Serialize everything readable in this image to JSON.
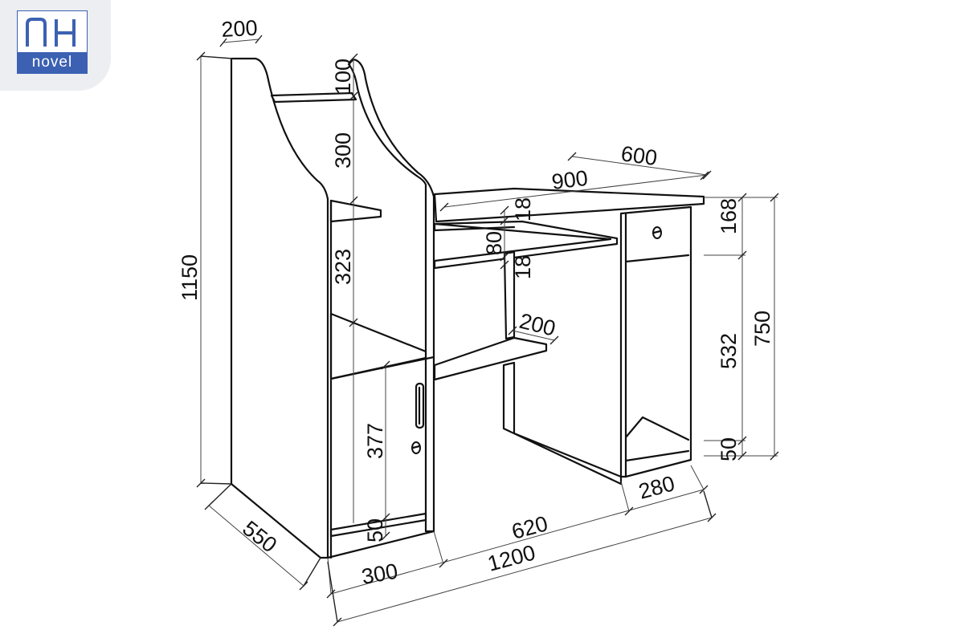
{
  "logo": {
    "mark": "NH",
    "name": "novel",
    "color": "#3c61b3"
  },
  "dimensions": {
    "top_width": "200",
    "top_height": "100",
    "upper_shelf_gap": "300",
    "middle_height": "323",
    "total_height": "1150",
    "desk_depth": "600",
    "desk_width": "900",
    "tray_top": "18",
    "tray_height": "80",
    "tray_bottom": "18",
    "keyboard_depth": "200",
    "drawer_height": "168",
    "desk_height": "750",
    "pedestal_middle": "532",
    "pedestal_base": "50",
    "cabinet_door": "377",
    "cabinet_base": "50",
    "side_depth": "550",
    "cabinet_width": "300",
    "knee_width": "620",
    "pedestal_width": "280",
    "overall_width": "1200"
  }
}
